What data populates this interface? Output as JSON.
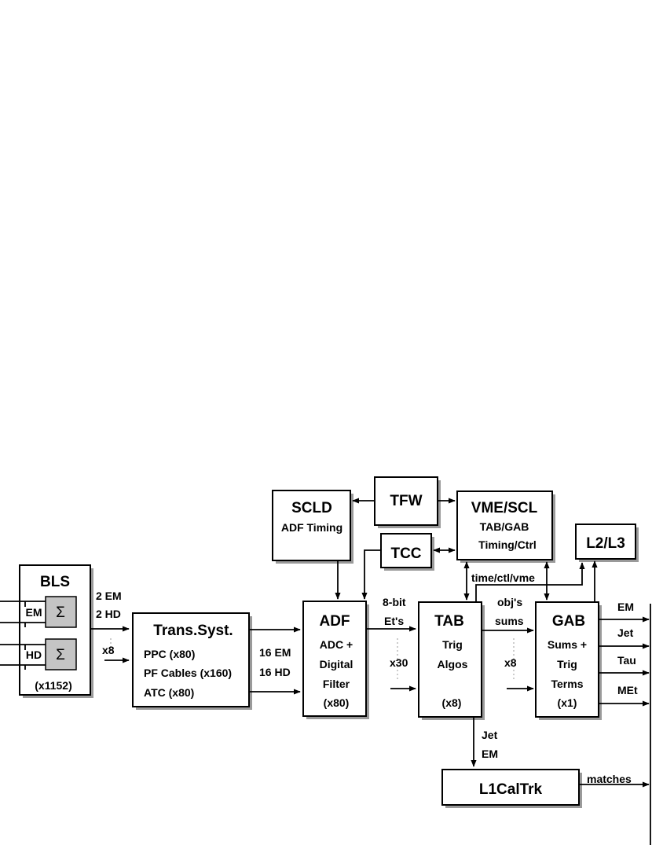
{
  "blocks": {
    "bls": {
      "title": "BLS",
      "em": "EM",
      "hd": "HD",
      "sigma": "Σ",
      "count": "(x1152)"
    },
    "trans": {
      "title": "Trans.Syst.",
      "lines": [
        "PPC (x80)",
        "PF Cables (x160)",
        "ATC (x80)"
      ]
    },
    "adf": {
      "title": "ADF",
      "lines": [
        "ADC +",
        "Digital",
        "Filter",
        "(x80)"
      ]
    },
    "tab": {
      "title": "TAB",
      "lines": [
        "Trig",
        "Algos",
        "(x8)"
      ]
    },
    "gab": {
      "title": "GAB",
      "lines": [
        "Sums +",
        "Trig",
        "Terms",
        "(x1)"
      ]
    },
    "scld": {
      "title": "SCLD",
      "sub": "ADF Timing"
    },
    "tfw": {
      "title": "TFW"
    },
    "vme": {
      "title": "VME/SCL",
      "lines": [
        "TAB/GAB",
        "Timing/Ctrl"
      ]
    },
    "tcc": {
      "title": "TCC"
    },
    "l2l3": {
      "title": "L2/L3"
    },
    "l1caltrk": {
      "title": "L1CalTrk"
    }
  },
  "labels": {
    "bls_out": [
      "2 EM",
      "2 HD"
    ],
    "x8_left": "x8",
    "trans_out": [
      "16 EM",
      "16 HD"
    ],
    "adf_out": [
      "8-bit",
      "Et's"
    ],
    "x30": "x30",
    "tab_out": [
      "obj's",
      "sums"
    ],
    "x8_mid": "x8",
    "time_ctl": "time/ctl/vme",
    "tab_down": [
      "Jet",
      "EM"
    ],
    "gab_out": [
      "EM",
      "Jet",
      "Tau",
      "MEt"
    ],
    "matches": "matches"
  }
}
